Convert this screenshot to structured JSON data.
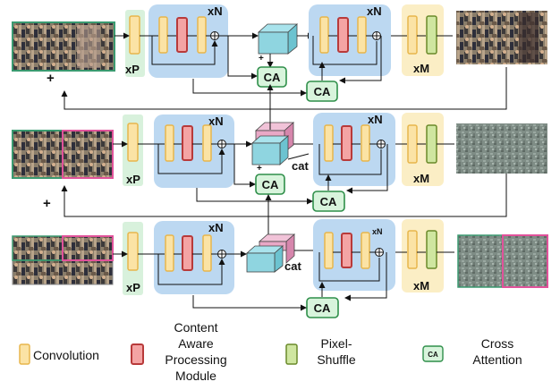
{
  "labels": {
    "xN": "xN",
    "xP": "xP",
    "xM": "xM",
    "CA": "CA",
    "cat": "cat",
    "plus": "+"
  },
  "legend": {
    "convolution": "Convolution",
    "capm_line1": "Content",
    "capm_line2": "Aware",
    "capm_line3": "Processing",
    "capm_line4": "Module",
    "pixel_line1": "Pixel-",
    "pixel_line2": "Shuffle",
    "ca_icon": "CA",
    "cross_line1": "Cross",
    "cross_line2": "Attention"
  },
  "colors": {
    "conv_fill": "#fbe3a5",
    "conv_stroke": "#e8b64c",
    "capm_fill": "#f4a4a4",
    "capm_stroke": "#b83a3a",
    "pixel_fill": "#cfe6a0",
    "pixel_stroke": "#6a8a2a",
    "blue_block": "#bcd8f1",
    "green_block": "#d8f1dc",
    "yellow_block": "#fbeec5",
    "ca_fill": "#d8f4dc",
    "ca_stroke": "#2f8f4a",
    "cube_cyan": "#8fd5e0",
    "cube_pink": "#e9a8c6",
    "frame_green": "#3a9a70",
    "frame_pink": "#e0529a"
  }
}
